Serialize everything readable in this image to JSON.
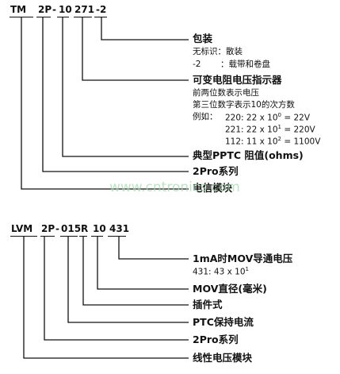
{
  "diagram1": {
    "codes": {
      "c1": "TM",
      "c2": "2P",
      "c3": "-",
      "c4": "10",
      "c5": "271",
      "c6": "-2"
    },
    "packaging": {
      "title": "包装",
      "line1": "无标识：散装",
      "line2_code": "-2",
      "line2_text": "：载带和卷盘"
    },
    "voltage": {
      "title": "可变电阻电压指示器",
      "desc1": "前两位数表示电压",
      "desc2": "第三位数字表示10的次方数",
      "ex_prefix": "例如：",
      "ex1": "220: 22 x 10",
      "ex1_exp": "0",
      "ex1_res": " = 22V",
      "ex2": "221: 22 x 10",
      "ex2_exp": "1",
      "ex2_res": " = 220V",
      "ex3": "112: 11 x 10",
      "ex3_exp": "2",
      "ex3_res": " = 1100V"
    },
    "ppt_label": "典型PPTC 阻值(ohms)",
    "series_label": "2Pro系列",
    "module_label": "电信模块"
  },
  "diagram2": {
    "codes": {
      "c1": "LVM",
      "c2": "2P",
      "c3": "-",
      "c4": "015",
      "c5": "R",
      "c6": "10",
      "c7": "431"
    },
    "mov_voltage": {
      "title": "1mA时MOV导通电压",
      "ex": "431: 43 x 10",
      "ex_exp": "1"
    },
    "diameter_label": "MOV直径(毫米)",
    "plug_label": "插件式",
    "ptc_label": "PTC保持电流",
    "series_label": "2Pro系列",
    "module_label": "线性电压模块"
  },
  "watermark": "www.cntronics.com"
}
